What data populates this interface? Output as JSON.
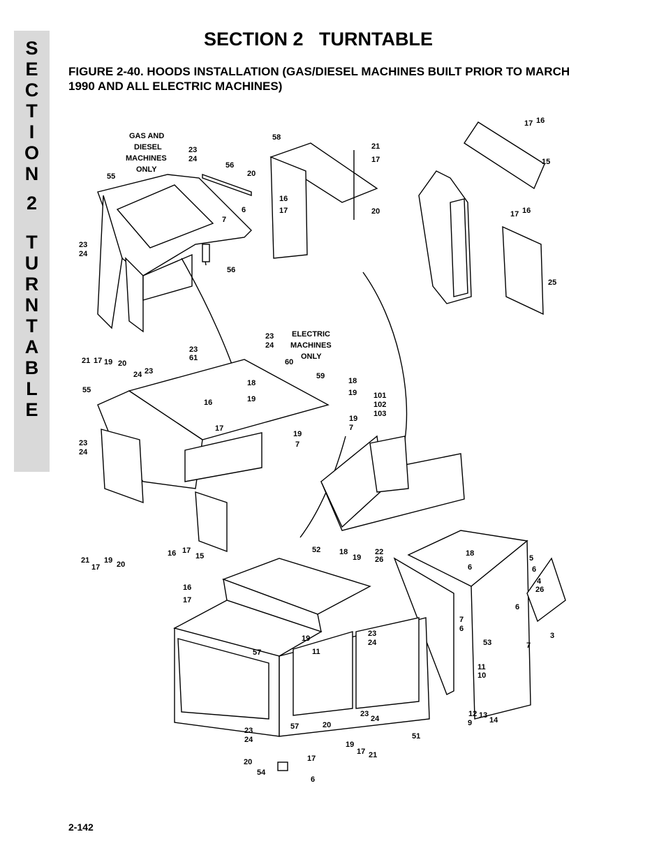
{
  "side_tab": {
    "letters": [
      "S",
      "E",
      "C",
      "T",
      "I",
      "O",
      "N",
      "2",
      "T",
      "U",
      "R",
      "N",
      "T",
      "A",
      "B",
      "L",
      "E"
    ]
  },
  "header": {
    "section_title": "SECTION 2   TURNTABLE",
    "figure_title": "FIGURE 2-40.  HOODS INSTALLATION (GAS/DIESEL MACHINES BUILT PRIOR TO MARCH 1990 AND ALL ELECTRIC MACHINES)"
  },
  "diagram": {
    "notes": {
      "gas_diesel": [
        "GAS AND",
        "DIESEL",
        "MACHINES",
        "ONLY"
      ],
      "electric": [
        "ELECTRIC",
        "MACHINES",
        "ONLY"
      ]
    },
    "callouts": [
      "58",
      "21",
      "17",
      "20",
      "16",
      "17",
      "15",
      "23",
      "24",
      "56",
      "20",
      "6",
      "7",
      "55",
      "16",
      "17",
      "17",
      "16",
      "23",
      "24",
      "56",
      "25",
      "21",
      "17",
      "19",
      "20",
      "23",
      "24",
      "23",
      "61",
      "60",
      "24",
      "23",
      "59",
      "18",
      "19",
      "18",
      "19",
      "101",
      "102",
      "103",
      "55",
      "16",
      "17",
      "19",
      "7",
      "19",
      "7",
      "23",
      "24",
      "16",
      "17",
      "15",
      "21",
      "17",
      "19",
      "20",
      "52",
      "18",
      "19",
      "22",
      "26",
      "18",
      "6",
      "5",
      "6",
      "16",
      "17",
      "4",
      "26",
      "6",
      "7",
      "6",
      "7",
      "3",
      "19",
      "11",
      "23",
      "24",
      "53",
      "57",
      "11",
      "10",
      "23",
      "24",
      "57",
      "20",
      "51",
      "12",
      "13",
      "14",
      "9",
      "23",
      "24",
      "19",
      "17",
      "21",
      "20",
      "17",
      "54",
      "6"
    ]
  },
  "footer": {
    "page_number": "2-142"
  }
}
